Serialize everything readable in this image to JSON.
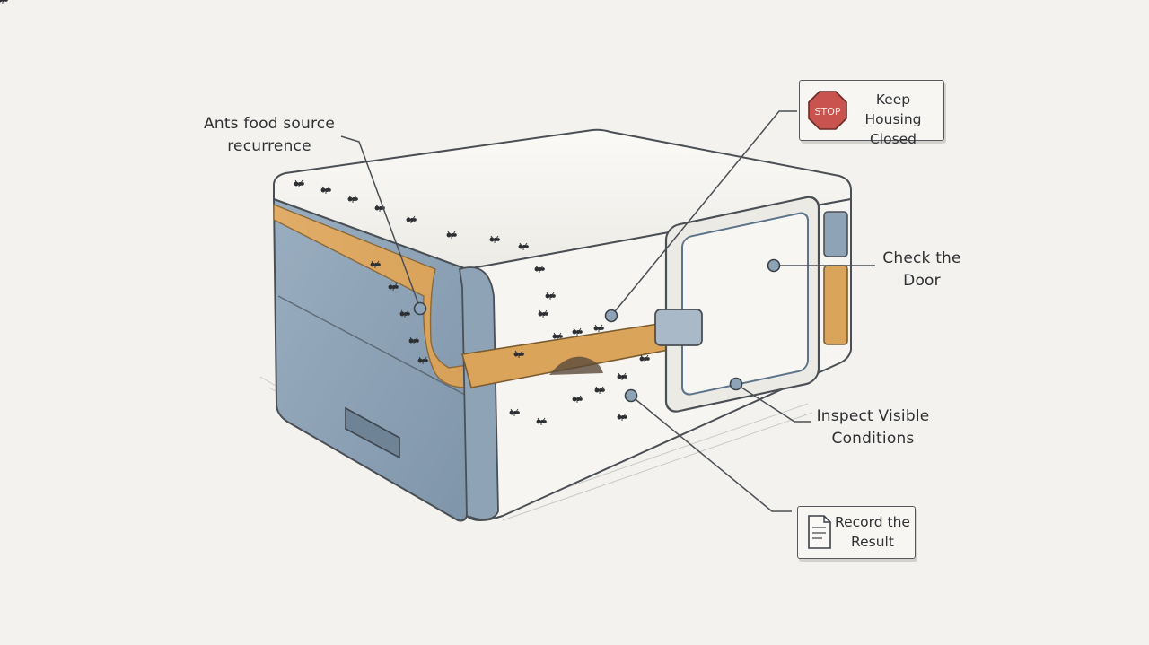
{
  "callouts": {
    "ants": {
      "line1": "Ants food source",
      "line2": "recurrence"
    },
    "keep_closed": {
      "sign": "STOP",
      "line1": "Keep Housing",
      "line2": "Closed"
    },
    "check_door": {
      "line1": "Check the",
      "line2": "Door"
    },
    "inspect": {
      "line1": "Inspect Visible",
      "line2": "Conditions"
    },
    "record": {
      "line1": "Record the",
      "line2": "Result"
    }
  },
  "colors": {
    "background": "#f3f2ee",
    "panel_blue": "#8fa3b6",
    "shelf_orange": "#d9a25a",
    "housing_white": "#f6f5f1",
    "outline": "#4a4f55",
    "stop_red": "#c9544f"
  }
}
